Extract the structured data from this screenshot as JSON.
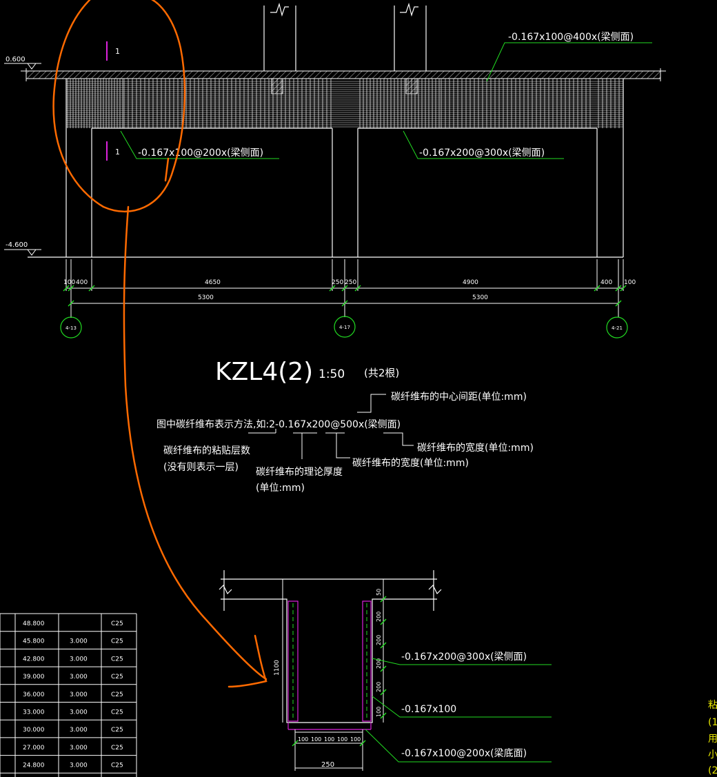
{
  "elevations": {
    "top": "0.600",
    "bottom": "-4.600"
  },
  "section_marks": {
    "upper": "1",
    "lower": "1"
  },
  "callouts": {
    "top": "-0.167x100@400x(梁侧面)",
    "left": "-0.167x100@200x(梁侧面)",
    "right": "-0.167x200@300x(梁侧面)"
  },
  "dimensions": {
    "segments": [
      "100",
      "400",
      "4650",
      "250",
      "250",
      "4900",
      "400",
      "100"
    ],
    "spans": [
      "5300",
      "5300"
    ]
  },
  "axes": [
    "4-13",
    "4-17",
    "4-21"
  ],
  "beam_title": {
    "name": "KZL4(2)",
    "scale": "1:50",
    "count": "(共2根)"
  },
  "legend": {
    "intro": "图中碳纤维布表示方法,如:2-0.167x200@500x(梁侧面)",
    "center_spacing": "碳纤维布的中心间距(单位:mm)",
    "width_top": "碳纤维布的宽度(单位:mm)",
    "width_bottom": "碳纤维布的宽度(单位:mm)",
    "layers_line1": "碳纤维布的粘贴层数",
    "layers_line2": "(没有则表示一层)",
    "thickness_line1": "碳纤维布的理论厚度",
    "thickness_line2": "(单位:mm)"
  },
  "section_detail": {
    "depth": "1100",
    "width": "250",
    "top_offset": "50",
    "side_spacing": [
      "200",
      "200",
      "200",
      "200"
    ],
    "bottom_offset": "100",
    "bottom_spacing": [
      "100",
      "100",
      "100",
      "100",
      "100"
    ],
    "callouts": {
      "side": "-0.167x200@300x(梁侧面)",
      "middle": "-0.167x100",
      "bottom": "-0.167x100@200x(梁底面)"
    }
  },
  "floor_table": [
    {
      "elevation": "48.800",
      "height": "",
      "grade": "C25"
    },
    {
      "elevation": "45.800",
      "height": "3.000",
      "grade": "C25"
    },
    {
      "elevation": "42.800",
      "height": "3.000",
      "grade": "C25"
    },
    {
      "elevation": "39.000",
      "height": "3.000",
      "grade": "C25"
    },
    {
      "elevation": "36.000",
      "height": "3.000",
      "grade": "C25"
    },
    {
      "elevation": "33.000",
      "height": "3.000",
      "grade": "C25"
    },
    {
      "elevation": "30.000",
      "height": "3.000",
      "grade": "C25"
    },
    {
      "elevation": "27.000",
      "height": "3.000",
      "grade": "C25"
    },
    {
      "elevation": "24.800",
      "height": "3.000",
      "grade": "C25"
    }
  ],
  "side_note": [
    "粘",
    "(1",
    "用",
    "小",
    "(2"
  ],
  "colors": {
    "background": "#000000",
    "lines": "#ffffff",
    "leaders": "#22dd22",
    "highlight": "#dd22dd",
    "annotation": "#ff6a00",
    "note": "#e8e800"
  }
}
